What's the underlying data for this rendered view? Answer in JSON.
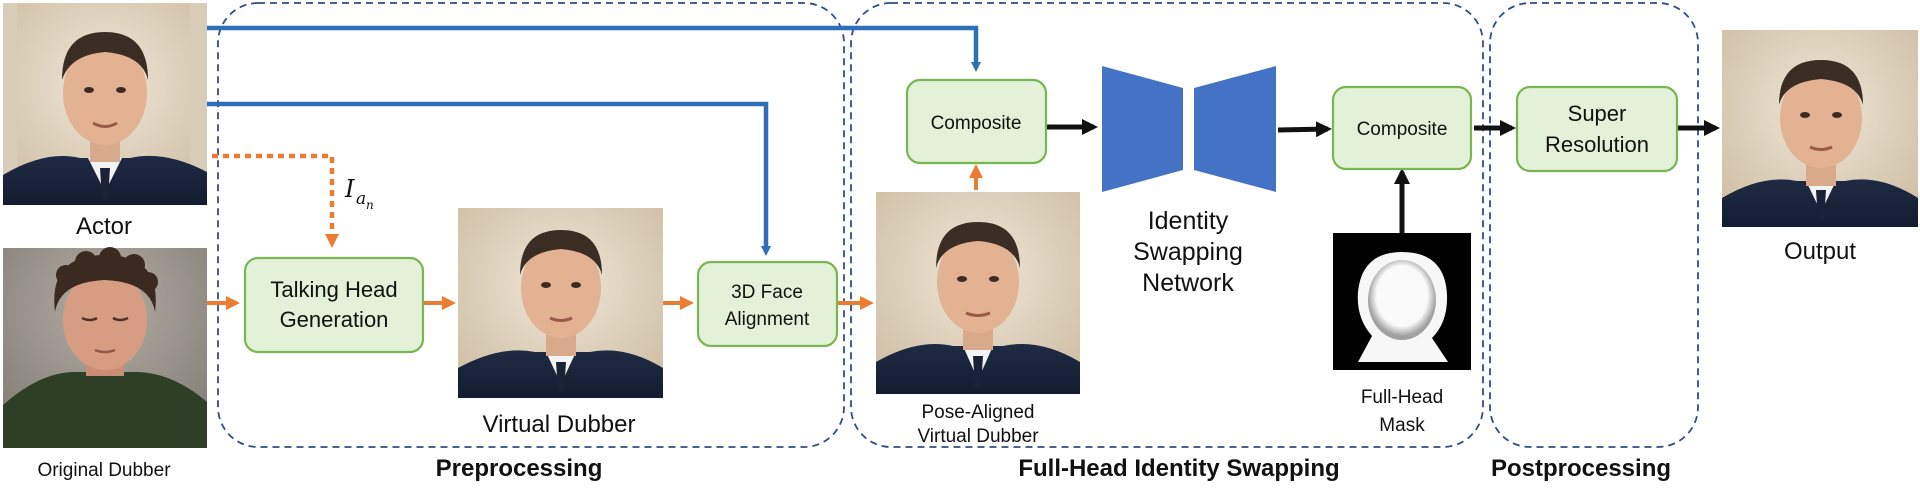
{
  "inputs": {
    "actor_label": "Actor",
    "dubber_label": "Original Dubber"
  },
  "stages": {
    "preprocessing": "Preprocessing",
    "swapping": "Full-Head Identity Swapping",
    "postprocessing": "Postprocessing"
  },
  "nodes": {
    "talking_head": [
      "Talking Head",
      "Generation"
    ],
    "virtual_dubber": "Virtual Dubber",
    "face_alignment": [
      "3D Face",
      "Alignment"
    ],
    "pose_aligned": [
      "Pose-Aligned",
      "Virtual Dubber"
    ],
    "composite_1": "Composite",
    "network": [
      "Identity",
      "Swapping",
      "Network"
    ],
    "composite_2": "Composite",
    "mask": [
      "Full-Head",
      "Mask"
    ],
    "super_resolution": [
      "Super",
      "Resolution"
    ],
    "output": "Output"
  },
  "math_label": {
    "base": "I",
    "sub": "a",
    "subsub": "n"
  },
  "colors": {
    "box_fill": "#e3f1d8",
    "box_stroke": "#79b64f",
    "blue_arrow": "#2f6fb9",
    "orange_arrow": "#ec7c30",
    "network_fill": "#4472c4",
    "dash": "#2f4f7f"
  }
}
